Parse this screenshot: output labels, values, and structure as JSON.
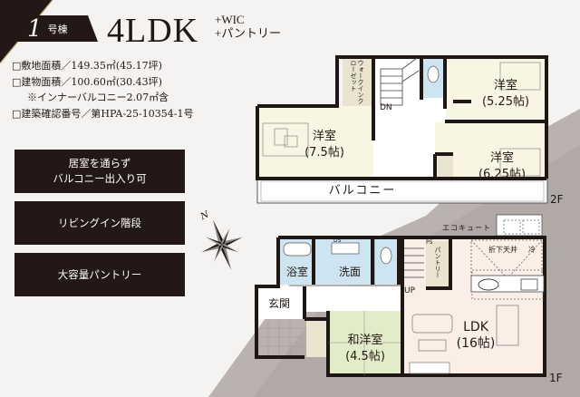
{
  "header": {
    "building_number": "1",
    "building_suffix": "号棟",
    "plan_type": "4LDK",
    "plan_extras": [
      "+WIC",
      "+パントリー"
    ]
  },
  "specs": {
    "site_area": "□敷地面積／149.35㎡(45.17坪)",
    "building_area": "□建物面積／100.60㎡(30.43坪)",
    "balcony_note": "※インナーバルコニー2.07㎡含",
    "permit_number": "□建築確認番号／第HPA-25-10354-1号"
  },
  "features": [
    {
      "line1": "居室を通らず",
      "line2": "バルコニー出入り可"
    },
    {
      "line1": "リビングイン階段",
      "line2": ""
    },
    {
      "line1": "大容量パントリー",
      "line2": ""
    }
  ],
  "compass": {
    "north_label": "N"
  },
  "floor2": {
    "tag": "2F",
    "rooms": {
      "western_75": {
        "name": "洋室",
        "size": "(7.5帖)"
      },
      "western_525": {
        "name": "洋室",
        "size": "(5.25帖)"
      },
      "western_625": {
        "name": "洋室",
        "size": "(6.25帖)"
      },
      "wic": "ウォークインクローゼット",
      "balcony": "バルコニー",
      "stairs": "DN"
    }
  },
  "floor1": {
    "tag": "1F",
    "rooms": {
      "bath": "浴室",
      "washroom": "洗面",
      "entrance": "玄関",
      "japanese": {
        "name": "和洋室",
        "size": "(4.5帖)"
      },
      "ldk": {
        "name": "LDK",
        "size": "(16帖)"
      },
      "pantry": "パントリー",
      "stairs": "UP",
      "ceiling": "折下天井",
      "fridge": "冷",
      "ecocute": "エコキュート",
      "ds": "DS",
      "ps": "PS"
    }
  },
  "colors": {
    "dark": "#231815",
    "wall": "#1e1714",
    "room_cream": "#f8f5e2",
    "room_wet": "#cfe4f1",
    "room_green": "#e3ecc9",
    "room_pink": "#faeee6",
    "storage": "#e9e3cf",
    "bg_gray": "#b4aeac"
  }
}
